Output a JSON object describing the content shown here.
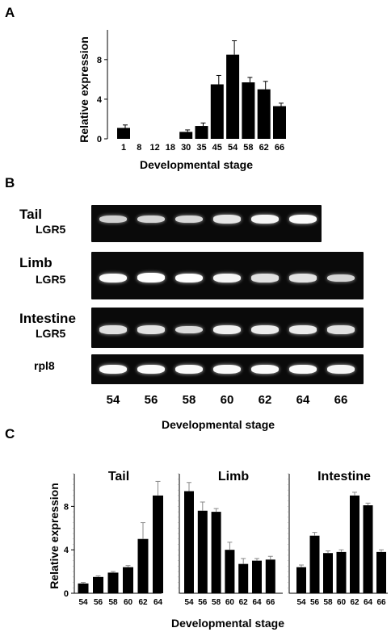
{
  "panels": {
    "a": "A",
    "b": "B",
    "c": "C"
  },
  "panel_b": {
    "gels": [
      {
        "tissue": "Tail",
        "gene": "LGR5",
        "bands": [
          0.55,
          0.6,
          0.62,
          0.75,
          0.9,
          0.95
        ]
      },
      {
        "tissue": "Limb",
        "gene": "LGR5",
        "bands": [
          0.95,
          1.0,
          0.98,
          0.9,
          0.7,
          0.72,
          0.6
        ]
      },
      {
        "tissue": "Intestine",
        "gene": "LGR5",
        "bands": [
          0.7,
          0.72,
          0.65,
          0.85,
          0.82,
          0.8,
          0.7
        ]
      },
      {
        "tissue": "",
        "gene": "rpl8",
        "bands": [
          0.95,
          0.95,
          0.95,
          0.95,
          0.95,
          0.95,
          0.9
        ]
      }
    ],
    "lane_labels": [
      "54",
      "56",
      "58",
      "60",
      "62",
      "64",
      "66"
    ],
    "xlabel": "Developmental stage"
  },
  "chart_data": [
    {
      "type": "bar",
      "panel": "A",
      "title": "",
      "xlabel": "Developmental stage",
      "ylabel": "Relative expression",
      "categories": [
        "1",
        "8",
        "12",
        "18",
        "30",
        "35",
        "45",
        "54",
        "58",
        "62",
        "66"
      ],
      "values": [
        1.1,
        0,
        0,
        0,
        0.7,
        1.3,
        5.5,
        8.5,
        5.7,
        5.0,
        3.3
      ],
      "errors": [
        0.3,
        0,
        0,
        0,
        0.2,
        0.3,
        0.9,
        1.4,
        0.5,
        0.8,
        0.3
      ],
      "yticks": [
        0,
        4,
        8
      ],
      "ylim": [
        0,
        11
      ]
    },
    {
      "type": "bar",
      "panel": "C",
      "title": "Tail",
      "xlabel": "Developmental stage",
      "ylabel": "Relative expression",
      "categories": [
        "54",
        "56",
        "58",
        "60",
        "62",
        "64"
      ],
      "values": [
        0.9,
        1.5,
        1.9,
        2.4,
        5.0,
        9.0
      ],
      "errors": [
        0.1,
        0.1,
        0.1,
        0.15,
        1.5,
        1.3
      ],
      "yticks": [
        0,
        4,
        8
      ],
      "ylim": [
        0,
        11
      ]
    },
    {
      "type": "bar",
      "panel": "C",
      "title": "Limb",
      "xlabel": "",
      "ylabel": "",
      "categories": [
        "54",
        "56",
        "58",
        "60",
        "62",
        "64",
        "66"
      ],
      "values": [
        9.4,
        7.6,
        7.5,
        4.0,
        2.7,
        3.0,
        3.1
      ],
      "errors": [
        0.8,
        0.8,
        0.3,
        0.7,
        0.5,
        0.2,
        0.3
      ],
      "yticks": [],
      "ylim": [
        0,
        11
      ]
    },
    {
      "type": "bar",
      "panel": "C",
      "title": "Intestine",
      "xlabel": "",
      "ylabel": "",
      "categories": [
        "54",
        "56",
        "58",
        "60",
        "62",
        "64",
        "66"
      ],
      "values": [
        2.4,
        5.3,
        3.7,
        3.8,
        9.0,
        8.1,
        3.8
      ],
      "errors": [
        0.2,
        0.3,
        0.2,
        0.2,
        0.3,
        0.2,
        0.2
      ],
      "yticks": [],
      "ylim": [
        0,
        11
      ]
    }
  ]
}
